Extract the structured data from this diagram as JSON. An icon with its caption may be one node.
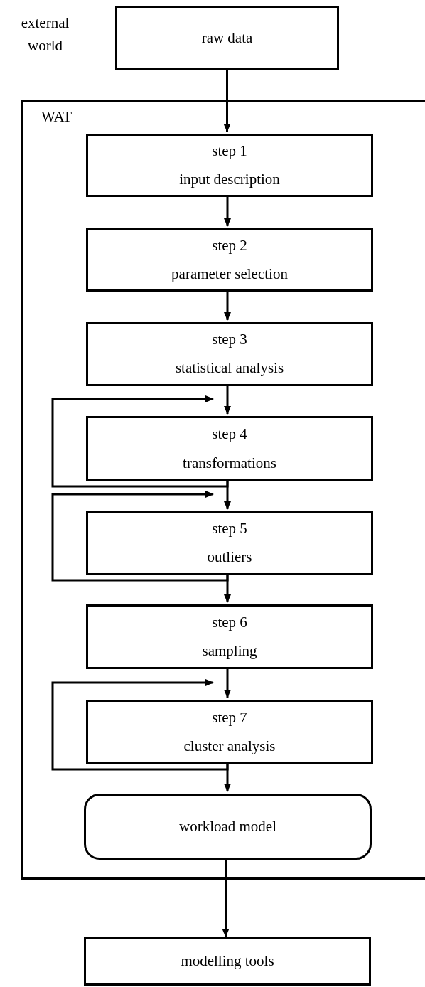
{
  "diagram": {
    "nodes": [
      {
        "text": [
          "raw data"
        ]
      },
      {
        "text": [
          "WAT"
        ]
      },
      {
        "text": [
          "step 1",
          "input description"
        ],
        "in": 1
      },
      {
        "text": [
          "step 2",
          "parameter selection"
        ],
        "in": 1
      },
      {
        "text": [
          "step 3",
          "statistical analysis"
        ],
        "in": 1
      },
      {
        "text": [
          "step 4",
          "transformations"
        ],
        "in": 1
      },
      {
        "text": [
          "step 5",
          "outliers"
        ],
        "in": 1
      },
      {
        "text": [
          "step 6",
          "sampling"
        ],
        "in": 1
      },
      {
        "text": [
          "step 7",
          "cluster analysis"
        ],
        "in": 1
      },
      {
        "text": [
          "workload model"
        ],
        "in": 1
      },
      {
        "text": [
          "modelling tools"
        ]
      }
    ],
    "edges": [
      {
        "from": 0,
        "to": 2,
        "arrow": "to"
      },
      {
        "from": 2,
        "to": 3,
        "arrow": "to"
      },
      {
        "from": 3,
        "to": 4,
        "arrow": "to"
      },
      {
        "from": 4,
        "to": 5,
        "arrow": "to"
      },
      {
        "from": 5,
        "to": 5,
        "arrow": "to"
      },
      {
        "from": 5,
        "to": 6,
        "arrow": "to"
      },
      {
        "from": 6,
        "to": 6,
        "arrow": "to"
      },
      {
        "from": 6,
        "to": 7,
        "arrow": "to"
      },
      {
        "from": 7,
        "to": 8,
        "arrow": "to"
      },
      {
        "from": 8,
        "to": 8,
        "arrow": "to"
      },
      {
        "from": 8,
        "to": 9,
        "arrow": "to"
      },
      {
        "from": 9,
        "to": 10,
        "arrow": "to"
      }
    ],
    "labels": [
      "external world"
    ]
  }
}
